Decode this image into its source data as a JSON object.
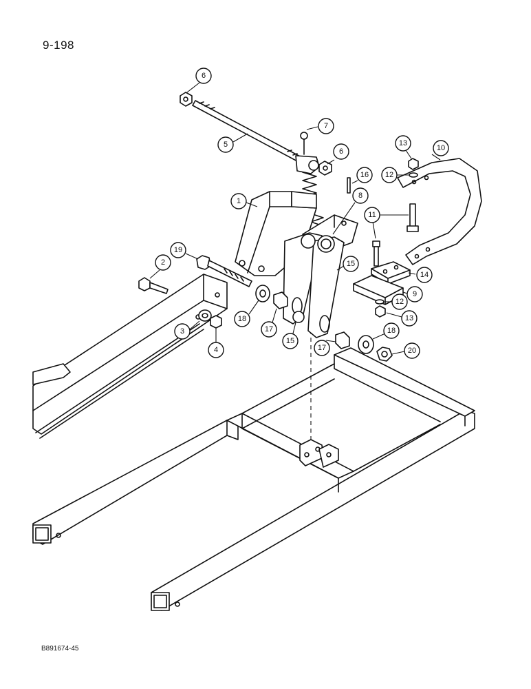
{
  "page_number": "9-198",
  "figure_code": "B891674-45",
  "callouts": [
    "6",
    "7",
    "5",
    "6",
    "16",
    "13",
    "10",
    "12",
    "1",
    "8",
    "11",
    "19",
    "2",
    "15",
    "14",
    "18",
    "17",
    "3",
    "4",
    "15",
    "12",
    "9",
    "13",
    "17",
    "18",
    "20"
  ]
}
